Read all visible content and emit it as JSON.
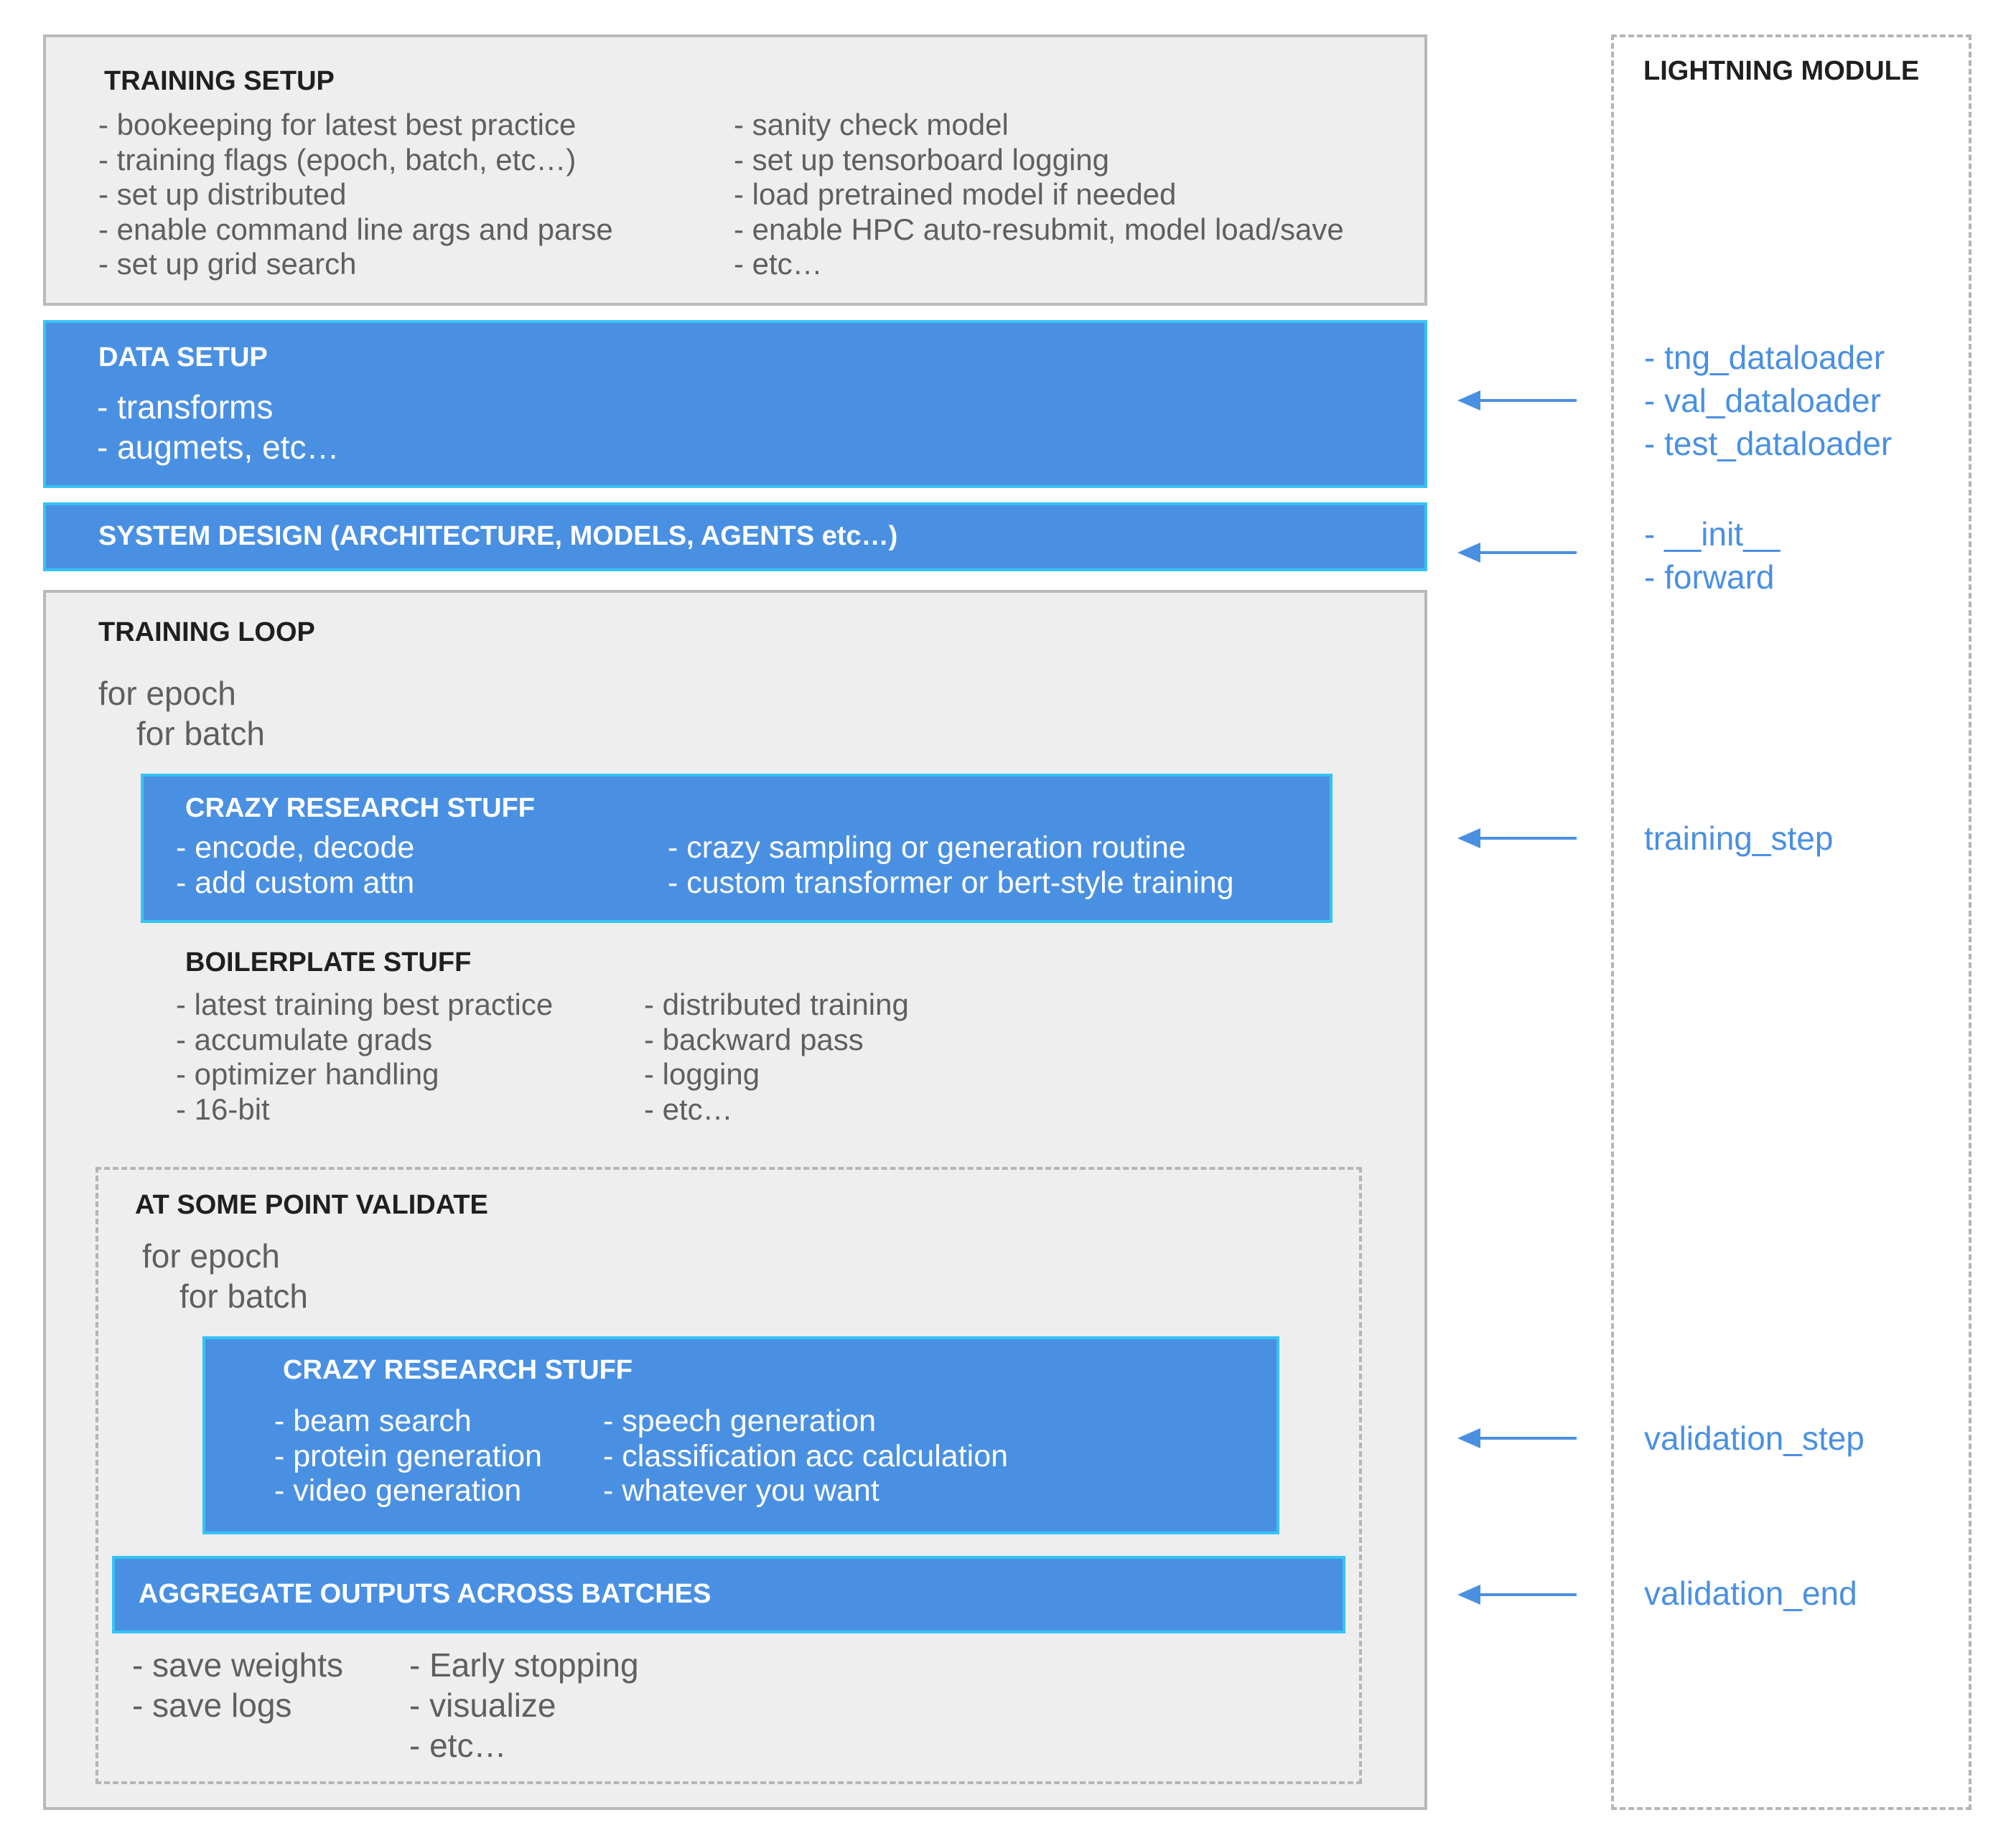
{
  "training_setup": {
    "title": "TRAINING SETUP",
    "left_items": [
      "- bookeeping for latest best practice",
      "- training flags (epoch, batch, etc…)",
      "- set up distributed",
      "- enable command line args and parse",
      "- set up grid search"
    ],
    "right_items": [
      "- sanity check model",
      "- set up tensorboard logging",
      "- load pretrained model if needed",
      "- enable HPC auto-resubmit, model load/save",
      "- etc…"
    ]
  },
  "data_setup": {
    "title": "DATA SETUP",
    "items": [
      "- transforms",
      "- augmets, etc…"
    ]
  },
  "system_design": {
    "title": "SYSTEM DESIGN (ARCHITECTURE, MODELS, AGENTS etc…)"
  },
  "training_loop": {
    "title": "TRAINING LOOP",
    "loop_outer": "for epoch",
    "loop_inner": "for batch",
    "research": {
      "title": "CRAZY RESEARCH STUFF",
      "left_items": [
        "- encode, decode",
        "- add custom attn"
      ],
      "right_items": [
        "- crazy sampling or generation routine",
        "- custom transformer or bert-style training"
      ]
    },
    "boilerplate": {
      "title": "BOILERPLATE STUFF",
      "left_items": [
        "- latest training best practice",
        "- accumulate grads",
        "- optimizer handling",
        "- 16-bit"
      ],
      "right_items": [
        "- distributed training",
        "- backward pass",
        "- logging",
        "- etc…"
      ]
    }
  },
  "validate": {
    "title": "AT SOME POINT VALIDATE",
    "loop_outer": "for epoch",
    "loop_inner": "for batch",
    "research": {
      "title": "CRAZY RESEARCH STUFF",
      "left_items": [
        "- beam search",
        "- protein generation",
        "- video generation"
      ],
      "right_items": [
        "- speech generation",
        "- classification acc calculation",
        "- whatever you want"
      ]
    },
    "aggregate_title": "AGGREGATE OUTPUTS ACROSS BATCHES",
    "after_left": [
      "- save weights",
      "- save logs"
    ],
    "after_right": [
      "- Early stopping",
      "- visualize",
      "- etc…"
    ]
  },
  "lightning_module": {
    "title": "LIGHTNING MODULE",
    "dataloaders": [
      "- tng_dataloader",
      "- val_dataloader",
      "- test_dataloader"
    ],
    "model_methods": [
      "- __init__",
      "- forward"
    ],
    "training_step": "training_step",
    "validation_step": "validation_step",
    "validation_end": "validation_end"
  },
  "colors": {
    "accent_blue": "#4a90e2",
    "blue_border": "#36c3f5",
    "panel_gray": "#eeeeee",
    "panel_border": "#b9b9b9"
  }
}
